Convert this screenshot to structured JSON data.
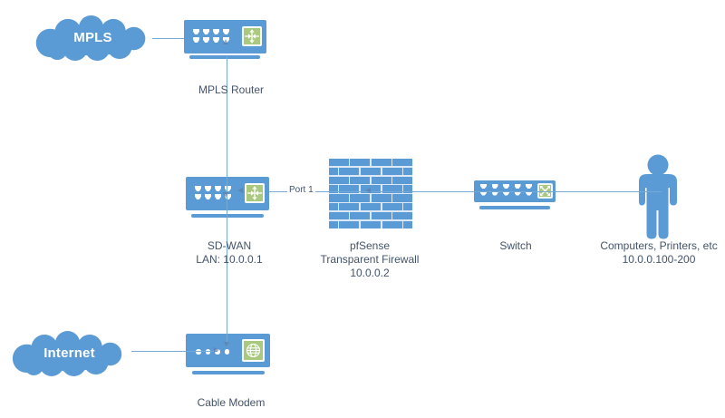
{
  "colors": {
    "accent": "#5B9BD5",
    "icon-green": "#A9C97E",
    "line": "#74A9D8",
    "ink": "#44546A",
    "mortar": "#DCE8F5",
    "canvas": "#FFFFFF"
  },
  "nodes": {
    "mpls-cloud": {
      "label": "MPLS"
    },
    "mpls-router": {
      "label": "MPLS Router"
    },
    "sdwan-router": {
      "label": "SD-WAN",
      "sublabel": "LAN: 10.0.0.1"
    },
    "firewall": {
      "line1": "pfSense",
      "line2": "Transparent Firewall",
      "line3": "10.0.0.2"
    },
    "switch": {
      "label": "Switch"
    },
    "cable-modem": {
      "label": "Cable Modem"
    },
    "internet-cloud": {
      "label": "Internet"
    },
    "endpoints": {
      "line1": "Computers, Printers, etc",
      "line2": "10.0.0.100-200"
    }
  },
  "edges": {
    "port-label": "Port 1",
    "connections": [
      {
        "from": "mpls-cloud",
        "to": "mpls-router"
      },
      {
        "from": "mpls-router",
        "to": "sdwan-router"
      },
      {
        "from": "sdwan-router",
        "to": "firewall",
        "label": "Port 1"
      },
      {
        "from": "firewall",
        "to": "switch"
      },
      {
        "from": "switch",
        "to": "endpoints"
      },
      {
        "from": "sdwan-router",
        "to": "cable-modem"
      },
      {
        "from": "internet-cloud",
        "to": "cable-modem"
      }
    ]
  }
}
